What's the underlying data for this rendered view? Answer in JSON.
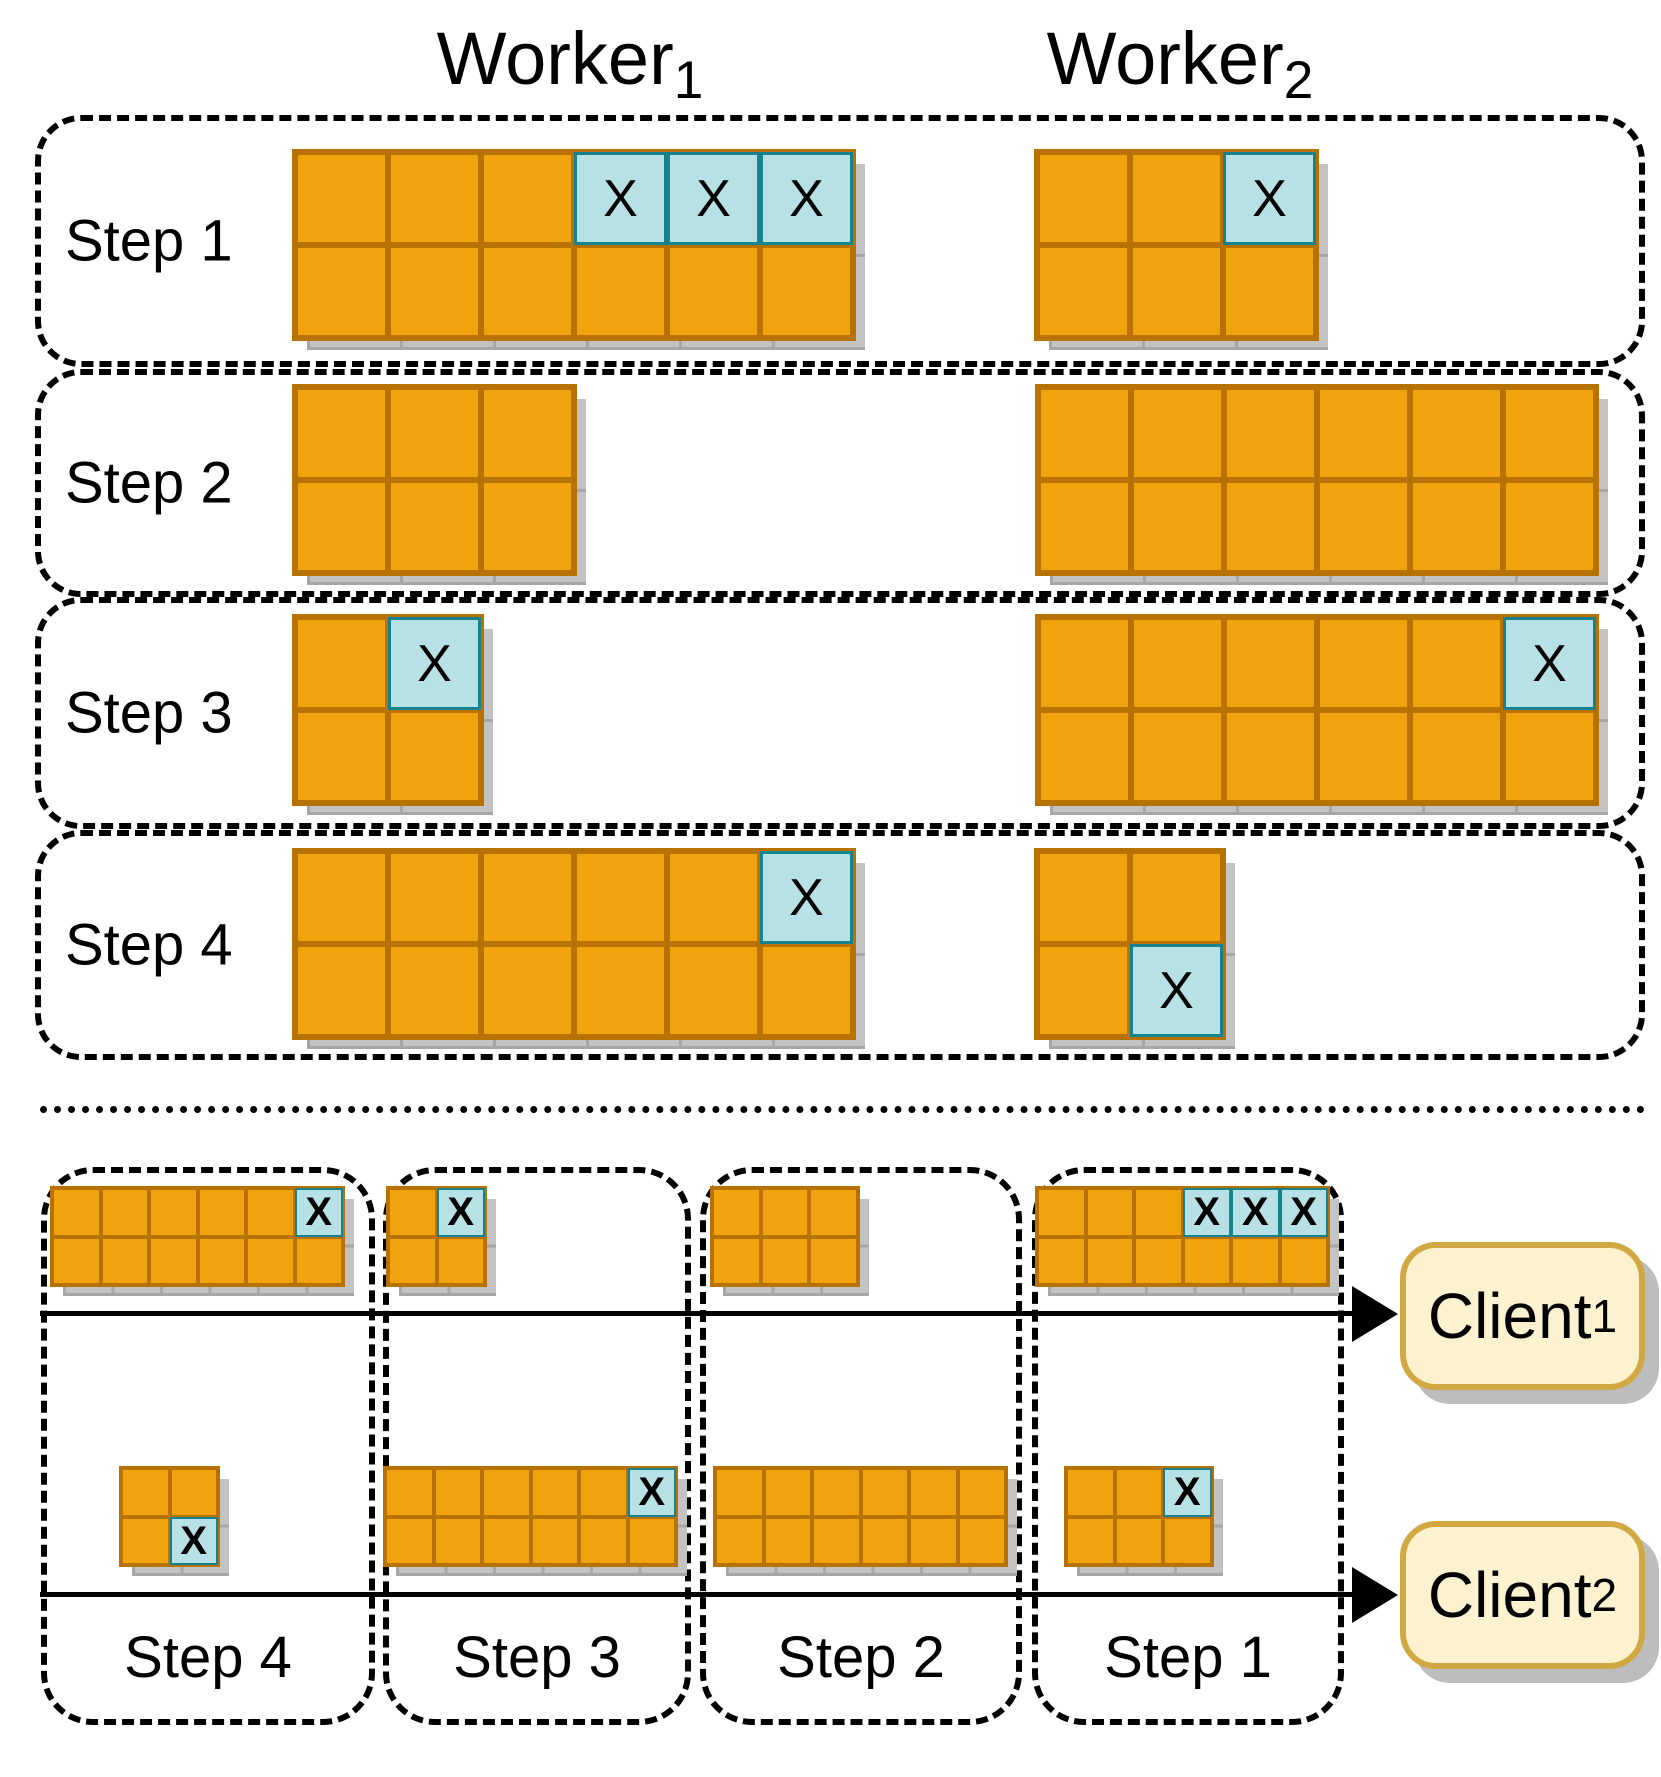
{
  "figure": {
    "x_label": "X"
  },
  "colors": {
    "cell_fill": "#F0A30C",
    "cell_border": "#B87103",
    "x_fill": "#B7E1E5",
    "x_border": "#16828E",
    "shadow": "#C3C3C3",
    "shadow_line": "#A6A6A6",
    "client_fill": "#FCF2D0",
    "client_border": "#D2A843"
  },
  "workers": [
    {
      "text": "Worker",
      "sub": "1"
    },
    {
      "text": "Worker",
      "sub": "2"
    }
  ],
  "top_steps": [
    {
      "label": "Step 1"
    },
    {
      "label": "Step 2"
    },
    {
      "label": "Step 3"
    },
    {
      "label": "Step 4"
    }
  ],
  "bottom_steps": [
    {
      "label": "Step 4"
    },
    {
      "label": "Step 3"
    },
    {
      "label": "Step 2"
    },
    {
      "label": "Step 1"
    }
  ],
  "clients": [
    {
      "text": "Client",
      "sub": "1"
    },
    {
      "text": "Client",
      "sub": "2"
    }
  ],
  "grids": [
    {
      "id": "t1w1",
      "section": "top",
      "step": "Step 1",
      "owner": "worker1",
      "cols": 6,
      "rows": 2,
      "marked": [
        [
          0,
          3
        ],
        [
          0,
          4
        ],
        [
          0,
          5
        ]
      ]
    },
    {
      "id": "t1w2",
      "section": "top",
      "step": "Step 1",
      "owner": "worker2",
      "cols": 3,
      "rows": 2,
      "marked": [
        [
          0,
          2
        ]
      ]
    },
    {
      "id": "t2w1",
      "section": "top",
      "step": "Step 2",
      "owner": "worker1",
      "cols": 3,
      "rows": 2,
      "marked": []
    },
    {
      "id": "t2w2",
      "section": "top",
      "step": "Step 2",
      "owner": "worker2",
      "cols": 6,
      "rows": 2,
      "marked": []
    },
    {
      "id": "t3w1",
      "section": "top",
      "step": "Step 3",
      "owner": "worker1",
      "cols": 2,
      "rows": 2,
      "marked": [
        [
          0,
          1
        ]
      ]
    },
    {
      "id": "t3w2",
      "section": "top",
      "step": "Step 3",
      "owner": "worker2",
      "cols": 6,
      "rows": 2,
      "marked": [
        [
          0,
          5
        ]
      ]
    },
    {
      "id": "t4w1",
      "section": "top",
      "step": "Step 4",
      "owner": "worker1",
      "cols": 6,
      "rows": 2,
      "marked": [
        [
          0,
          5
        ]
      ]
    },
    {
      "id": "t4w2",
      "section": "top",
      "step": "Step 4",
      "owner": "worker2",
      "cols": 2,
      "rows": 2,
      "marked": [
        [
          1,
          1
        ]
      ]
    },
    {
      "id": "b4c1",
      "section": "bottom",
      "step": "Step 4",
      "owner": "client1",
      "cols": 6,
      "rows": 2,
      "marked": [
        [
          0,
          5
        ]
      ]
    },
    {
      "id": "b3c1",
      "section": "bottom",
      "step": "Step 3",
      "owner": "client1",
      "cols": 2,
      "rows": 2,
      "marked": [
        [
          0,
          1
        ]
      ]
    },
    {
      "id": "b2c1",
      "section": "bottom",
      "step": "Step 2",
      "owner": "client1",
      "cols": 3,
      "rows": 2,
      "marked": []
    },
    {
      "id": "b1c1",
      "section": "bottom",
      "step": "Step 1",
      "owner": "client1",
      "cols": 6,
      "rows": 2,
      "marked": [
        [
          0,
          3
        ],
        [
          0,
          4
        ],
        [
          0,
          5
        ]
      ]
    },
    {
      "id": "b4c2",
      "section": "bottom",
      "step": "Step 4",
      "owner": "client2",
      "cols": 2,
      "rows": 2,
      "marked": [
        [
          1,
          1
        ]
      ]
    },
    {
      "id": "b3c2",
      "section": "bottom",
      "step": "Step 3",
      "owner": "client2",
      "cols": 6,
      "rows": 2,
      "marked": [
        [
          0,
          5
        ]
      ]
    },
    {
      "id": "b2c2",
      "section": "bottom",
      "step": "Step 2",
      "owner": "client2",
      "cols": 6,
      "rows": 2,
      "marked": []
    },
    {
      "id": "b1c2",
      "section": "bottom",
      "step": "Step 1",
      "owner": "client2",
      "cols": 3,
      "rows": 2,
      "marked": [
        [
          0,
          2
        ]
      ]
    }
  ]
}
